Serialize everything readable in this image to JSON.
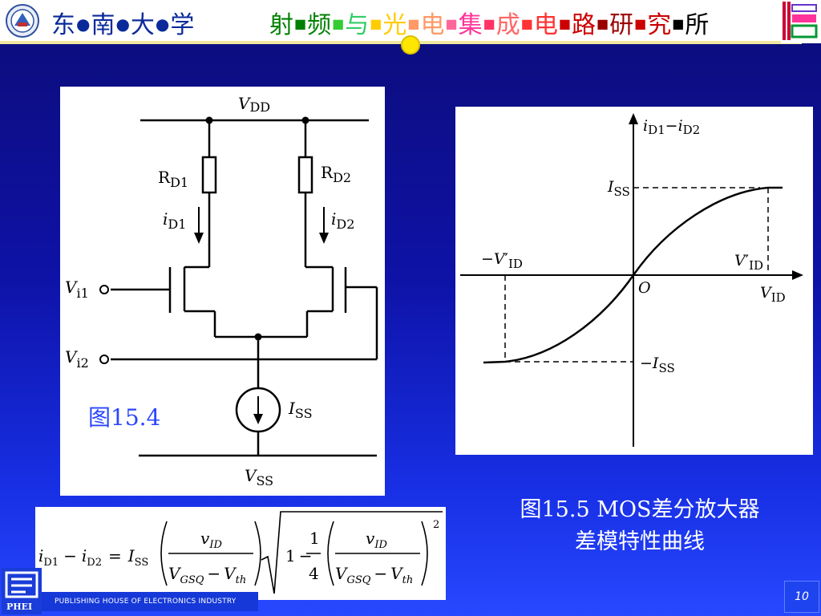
{
  "header": {
    "university_title": {
      "chars": [
        "东",
        "南",
        "大",
        "学"
      ],
      "separator": "●"
    },
    "institute_title": {
      "chars": [
        "射",
        "频",
        "与",
        "光",
        "电",
        "集",
        "成",
        "电",
        "路",
        "研",
        "究",
        "所"
      ],
      "separator": "■",
      "char_colors": [
        "#008000",
        "#008000",
        "#33cc66",
        "#ffcc00",
        "#ff9966",
        "#ff3399",
        "#ff6666",
        "#ff3333",
        "#cc0000",
        "#990000",
        "#cc0000",
        "#000000"
      ],
      "separator_colors": [
        "#008000",
        "#33cc33",
        "#ffcc00",
        "#ff9966",
        "#ff6699",
        "#ff3366",
        "#ff3333",
        "#cc0000",
        "#990000",
        "#cc0000",
        "#000000"
      ]
    },
    "logo_icon": "university-seal-icon",
    "corner_icon": "institute-logo-icon"
  },
  "figure_15_4": {
    "caption": "图15.4",
    "labels": {
      "vdd_v": "V",
      "vdd_sub": "DD",
      "rd1_main": "R",
      "rd1_sub": "D1",
      "rd2_main": "R",
      "rd2_sub": "D2",
      "id1_main": "i",
      "id1_sub": "D1",
      "id2_main": "i",
      "id2_sub": "D2",
      "vi1_main": "V",
      "vi1_sub": "i1",
      "vi2_main": "V",
      "vi2_sub": "i2",
      "iss_main": "I",
      "iss_sub": "SS",
      "vss_main": "V",
      "vss_sub": "SS"
    }
  },
  "figure_15_5": {
    "caption_line1": "图15.5 MOS差分放大器",
    "caption_line2": "差模特性曲线",
    "labels": {
      "y_axis_i1": "i",
      "y_axis_s1": "D1",
      "y_axis_dash": "−",
      "y_axis_i2": "i",
      "y_axis_s2": "D2",
      "iss_main": "I",
      "iss_sub": "SS",
      "neg_iss_prefix": "−",
      "neg_iss_main": "I",
      "neg_iss_sub": "SS",
      "neg_vid_prefix": "−",
      "neg_vid_main": "V",
      "neg_vid_prime": "′",
      "neg_vid_sub": "ID",
      "pos_vid_main": "V",
      "pos_vid_prime": "′",
      "pos_vid_sub": "ID",
      "origin": "O",
      "x_axis_main": "V",
      "x_axis_sub": "ID"
    }
  },
  "equation": {
    "lhs_i1": "i",
    "lhs_s1": "D1",
    "minus": "−",
    "lhs_i2": "i",
    "lhs_s2": "D2",
    "equals": "=",
    "iss_main": "I",
    "iss_sub": "SS",
    "frac1_num_main": "v",
    "frac1_num_sub": "ID",
    "frac1_den_main": "V",
    "frac1_den_sub": "GSQ",
    "frac1_den_minus": "−",
    "frac1_den_main2": "V",
    "frac1_den_sub2": "th",
    "one": "1",
    "minus2": "−",
    "quarter_num": "1",
    "quarter_den": "4",
    "frac2_num_main": "v",
    "frac2_num_sub": "ID",
    "frac2_den_main": "V",
    "frac2_den_sub": "GSQ",
    "frac2_den_minus": "−",
    "frac2_den_main2": "V",
    "frac2_den_sub2": "th",
    "exponent": "2"
  },
  "footer": {
    "publisher": "PUBLISHING HOUSE OF ELECTRONICS INDUSTRY",
    "page_number": "10",
    "footer_logo_icon": "publisher-logo-icon"
  }
}
